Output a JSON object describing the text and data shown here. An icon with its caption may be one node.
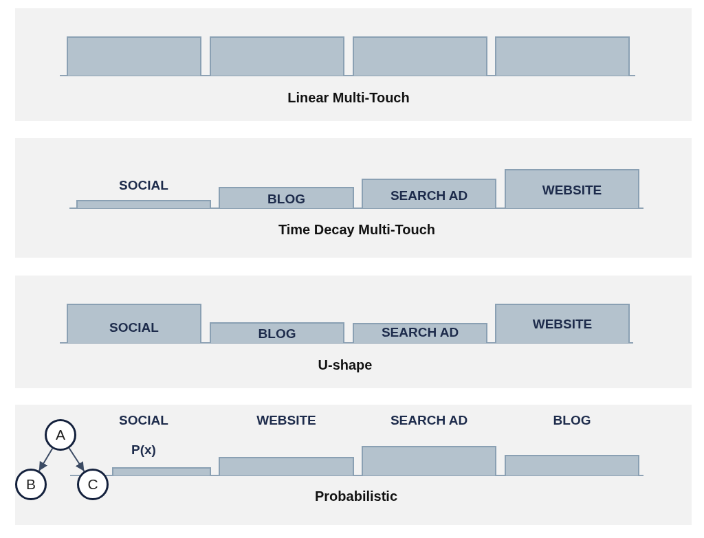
{
  "diagram": {
    "nodes": [
      {
        "text": [
          "Linear Multi-Touch"
        ]
      },
      {
        "text": [],
        "shape": "bar",
        "in": 0
      },
      {
        "text": [],
        "shape": "bar",
        "in": 0
      },
      {
        "text": [],
        "shape": "bar",
        "in": 0
      },
      {
        "text": [],
        "shape": "bar",
        "in": 0
      },
      {
        "text": [
          "Time Decay Multi-Touch"
        ]
      },
      {
        "text": [
          "SOCIAL"
        ],
        "in": 5
      },
      {
        "text": [
          "BLOG"
        ],
        "in": 5
      },
      {
        "text": [
          "SEARCH AD"
        ],
        "in": 5
      },
      {
        "text": [
          "WEBSITE"
        ],
        "in": 5
      },
      {
        "text": [
          "U-shape"
        ]
      },
      {
        "text": [
          "SOCIAL"
        ],
        "in": 10
      },
      {
        "text": [
          "BLOG"
        ],
        "in": 10
      },
      {
        "text": [
          "SEARCH AD"
        ],
        "in": 10
      },
      {
        "text": [
          "WEBSITE"
        ],
        "in": 10
      },
      {
        "text": [
          "Probabilistic"
        ]
      },
      {
        "text": [
          "A"
        ],
        "in": 15
      },
      {
        "text": [
          "B"
        ],
        "in": 15
      },
      {
        "text": [
          "C"
        ],
        "in": 15
      },
      {
        "text": [
          "SOCIAL"
        ],
        "beside": [
          "P(x)"
        ],
        "in": 15
      },
      {
        "text": [
          "WEBSITE"
        ],
        "in": 15
      },
      {
        "text": [
          "SEARCH AD"
        ],
        "in": 15
      },
      {
        "text": [
          "BLOG"
        ],
        "in": 15
      }
    ],
    "edges": [
      {
        "from": 16,
        "to": 17,
        "arrow": "to"
      },
      {
        "from": 16,
        "to": 18,
        "arrow": "to"
      }
    ]
  }
}
